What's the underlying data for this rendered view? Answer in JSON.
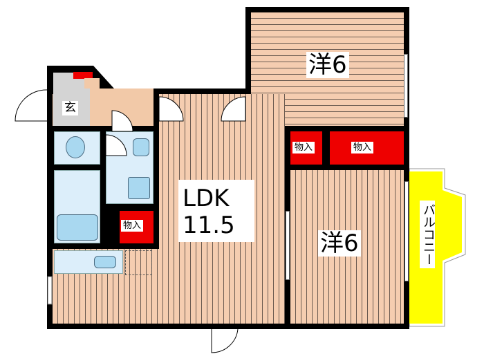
{
  "rooms": {
    "western_top": {
      "label": "洋6"
    },
    "western_bottom": {
      "label": "洋6"
    },
    "ldk": {
      "label_line1": "LDK",
      "label_line2": "11.5"
    },
    "entrance": {
      "label": "玄"
    },
    "closet_bath": {
      "label": "物入"
    },
    "closet_small": {
      "label": "物入"
    },
    "closet_large": {
      "label": "物入"
    },
    "balcony": {
      "label": "バルコニー"
    }
  },
  "colors": {
    "floor": "#f5cdb0",
    "storage": "#ee0000",
    "balcony": "#ffff00",
    "wet_area": "#dceefa",
    "entrance": "#d4d4d4",
    "wall": "#000000"
  }
}
